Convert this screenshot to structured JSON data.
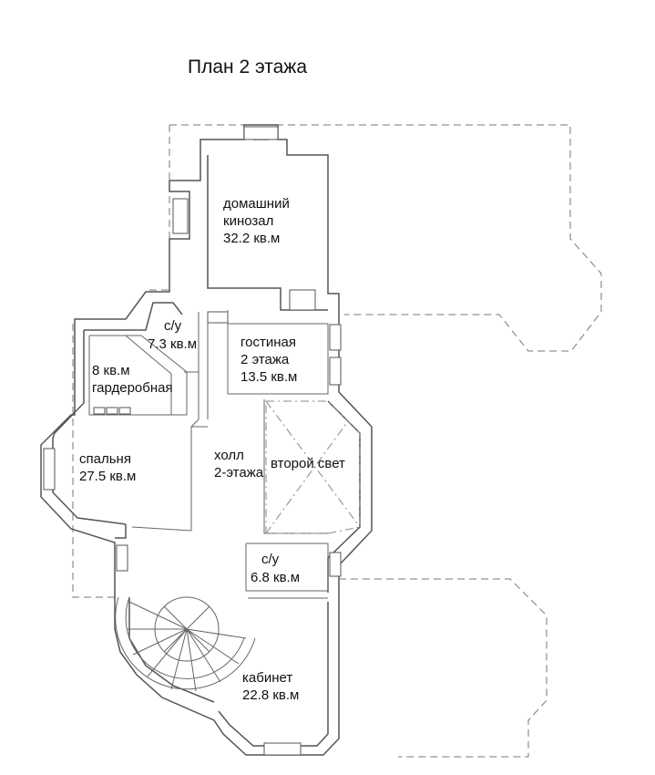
{
  "title": "План 2 этажа",
  "rooms": {
    "cinema": {
      "line1": "домашний",
      "line2": "кинозал",
      "area": "32.2 кв.м"
    },
    "wc_top": {
      "line1": "с/у",
      "area": "7.3 кв.м"
    },
    "living": {
      "line1": "гостиная",
      "line2": "2 этажа",
      "area": "13.5 кв.м"
    },
    "wardrobe": {
      "area": "8 кв.м",
      "line1": "гардеробная"
    },
    "bedroom": {
      "line1": "спальня",
      "area": "27.5 кв.м"
    },
    "hall": {
      "line1": "холл",
      "line2": "2-этажа"
    },
    "second_light": {
      "line1": "второй свет"
    },
    "wc_bottom": {
      "line1": "с/у",
      "area": "6.8 кв.м"
    },
    "office": {
      "line1": "кабинет",
      "area": "22.8 кв.м"
    }
  },
  "colors": {
    "wall": "#555555",
    "dashed_outline": "#777777",
    "text": "#111111"
  }
}
